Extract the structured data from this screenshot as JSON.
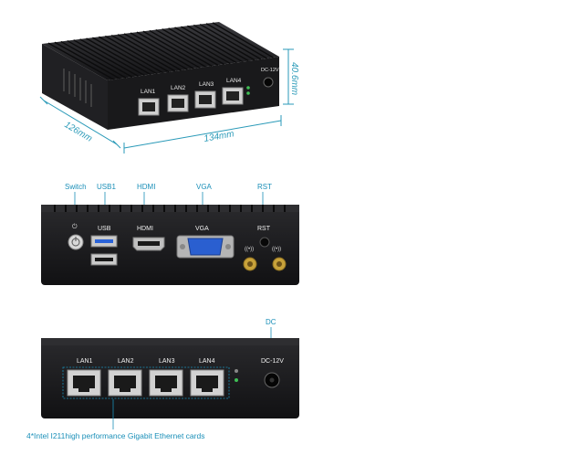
{
  "top_view": {
    "width_dim": "134mm",
    "depth_dim": "126mm",
    "height_dim": "40.6mm",
    "port_labels": [
      "LAN1",
      "LAN2",
      "LAN3",
      "LAN4"
    ],
    "power_label": "DC-12V"
  },
  "front_view": {
    "callouts": {
      "switch": "Switch",
      "usb": "USB1",
      "hdmi": "HDMI",
      "vga": "VGA",
      "rst": "RST"
    },
    "panel_labels": {
      "usb": "USB",
      "hdmi": "HDMI",
      "vga": "VGA",
      "rst": "RST"
    }
  },
  "rear_view": {
    "callout_dc": "DC",
    "port_labels": [
      "LAN1",
      "LAN2",
      "LAN3",
      "LAN4"
    ],
    "power_label": "DC-12V",
    "caption": "4*Intel I211high performance Gigabit Ethernet cards"
  },
  "colors": {
    "callout": "#1a8fb8",
    "case": "#1b1b1d",
    "background": "#ffffff"
  }
}
